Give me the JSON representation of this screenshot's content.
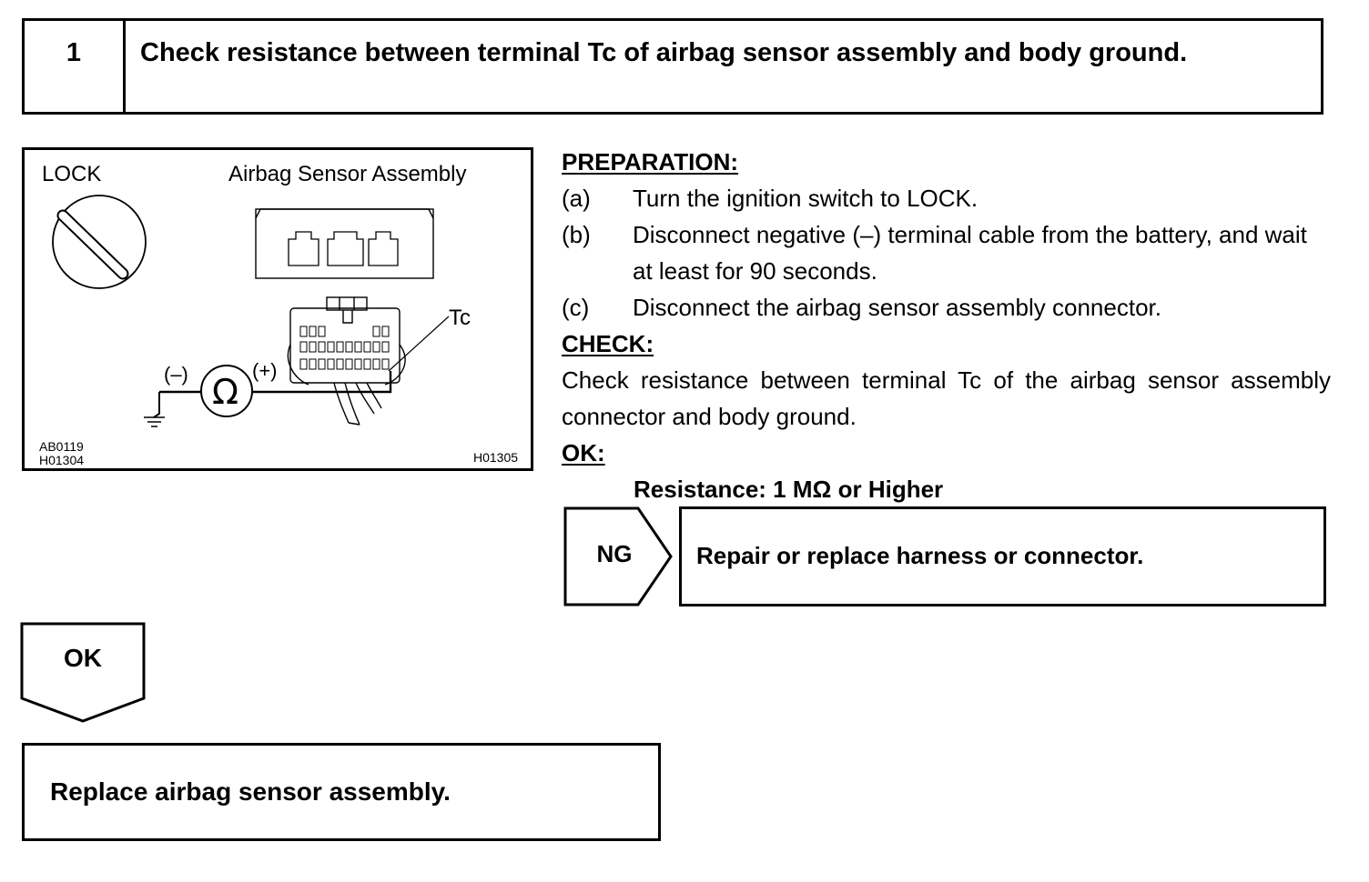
{
  "step": {
    "number": "1",
    "title": "Check resistance between terminal Tc of airbag sensor assembly and body ground."
  },
  "illustration": {
    "lock_label": "LOCK",
    "sensor_label": "Airbag Sensor Assembly",
    "terminal_label": "Tc",
    "minus_label": "(–)",
    "plus_label": "(+)",
    "ohm_symbol": "Ω",
    "code_top": "AB0119",
    "code_bottom": "H01304",
    "code_right": "H01305"
  },
  "preparation": {
    "heading": "PREPARATION:",
    "steps": [
      {
        "letter": "(a)",
        "text": "Turn the ignition switch to LOCK."
      },
      {
        "letter": "(b)",
        "text": "Disconnect negative (–) terminal cable from the battery, and wait at least for 90 seconds."
      },
      {
        "letter": "(c)",
        "text": "Disconnect the airbag sensor assembly connector."
      }
    ]
  },
  "check": {
    "heading": "CHECK:",
    "text": "Check resistance between terminal Tc of the airbag sensor as­sembly connector and body ground."
  },
  "ok_spec": {
    "heading": "OK:",
    "value": "Resistance: 1 MΩ or Higher"
  },
  "ng_branch": {
    "label": "NG",
    "action": "Repair or replace harness or connector."
  },
  "ok_branch": {
    "label": "OK",
    "action": "Replace airbag sensor assembly."
  }
}
